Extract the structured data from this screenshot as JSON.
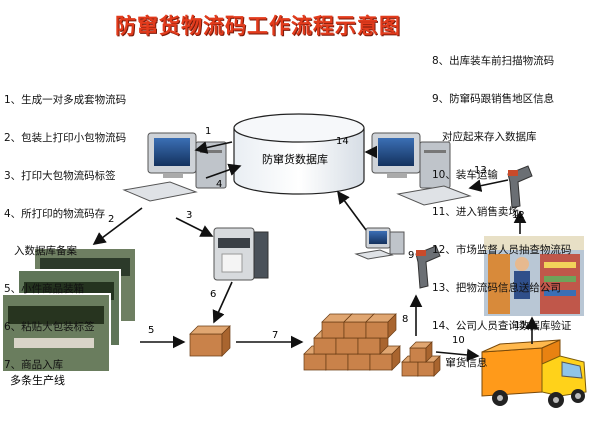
{
  "title": "防窜货物流码工作流程示意图",
  "steps_left": [
    "1、生成一对多成套物流码",
    "2、包装上打印小包物流码",
    "3、打印大包物流码标签",
    "4、所打印的物流码存",
    "   入数据库备案",
    "5、小件商品装箱",
    "6、粘贴大包装标签",
    "7、商品入库"
  ],
  "steps_right": [
    "8、出库装车前扫描物流码",
    "9、防窜码跟销售地区信息",
    "   对应起来存入数据库",
    "10、装车运输",
    "11、进入销售卖场",
    "12、市场监督人员抽查物流码",
    "13、把物流码信息送给公司",
    "14、公司人员查询数据库验证",
    "    窜货信息"
  ],
  "database_label": "防窜货数据库",
  "production_label": "多条生产线",
  "arrow_numbers": [
    "1",
    "2",
    "3",
    "4",
    "5",
    "6",
    "7",
    "8",
    "9",
    "10",
    "11",
    "12",
    "13",
    "14"
  ],
  "colors": {
    "title": "#e23b1c",
    "box": "#c9824a",
    "truck_cab": "#ffd21a",
    "truck_body": "#ff9a1a"
  }
}
